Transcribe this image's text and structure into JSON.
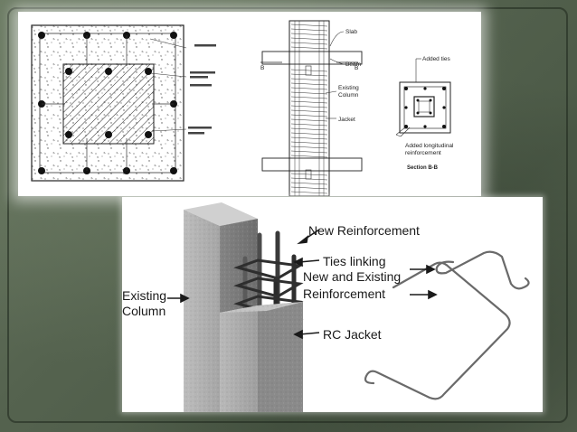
{
  "top_figure": {
    "elevation_labels": {
      "slab": "Slab",
      "beam": "Beam",
      "existing_column_line1": "Existing",
      "existing_column_line2": "Column",
      "jacket": "Jacket",
      "section_marker": "B"
    },
    "section_labels": {
      "added_ties": "Added ties",
      "added_longitudinal_line1": "Added longitudinal",
      "added_longitudinal_line2": "reinforcement",
      "section_title": "Section B-B"
    }
  },
  "bottom_figure": {
    "labels": {
      "new_reinforcement": "New Reinforcement",
      "ties_linking_line1": "Ties linking",
      "ties_linking_line2": "New and Existing",
      "ties_linking_line3": "Reinforcement",
      "existing_column_line1": "Existing",
      "existing_column_line2": "Column",
      "rc_jacket": "RC Jacket"
    }
  },
  "colors": {
    "slide_background": "#5c6b57",
    "panel": "#ffffff",
    "drawing_ink": "#222222",
    "concrete_light": "#c8c8c8",
    "concrete_dark": "#8c8c8c"
  }
}
